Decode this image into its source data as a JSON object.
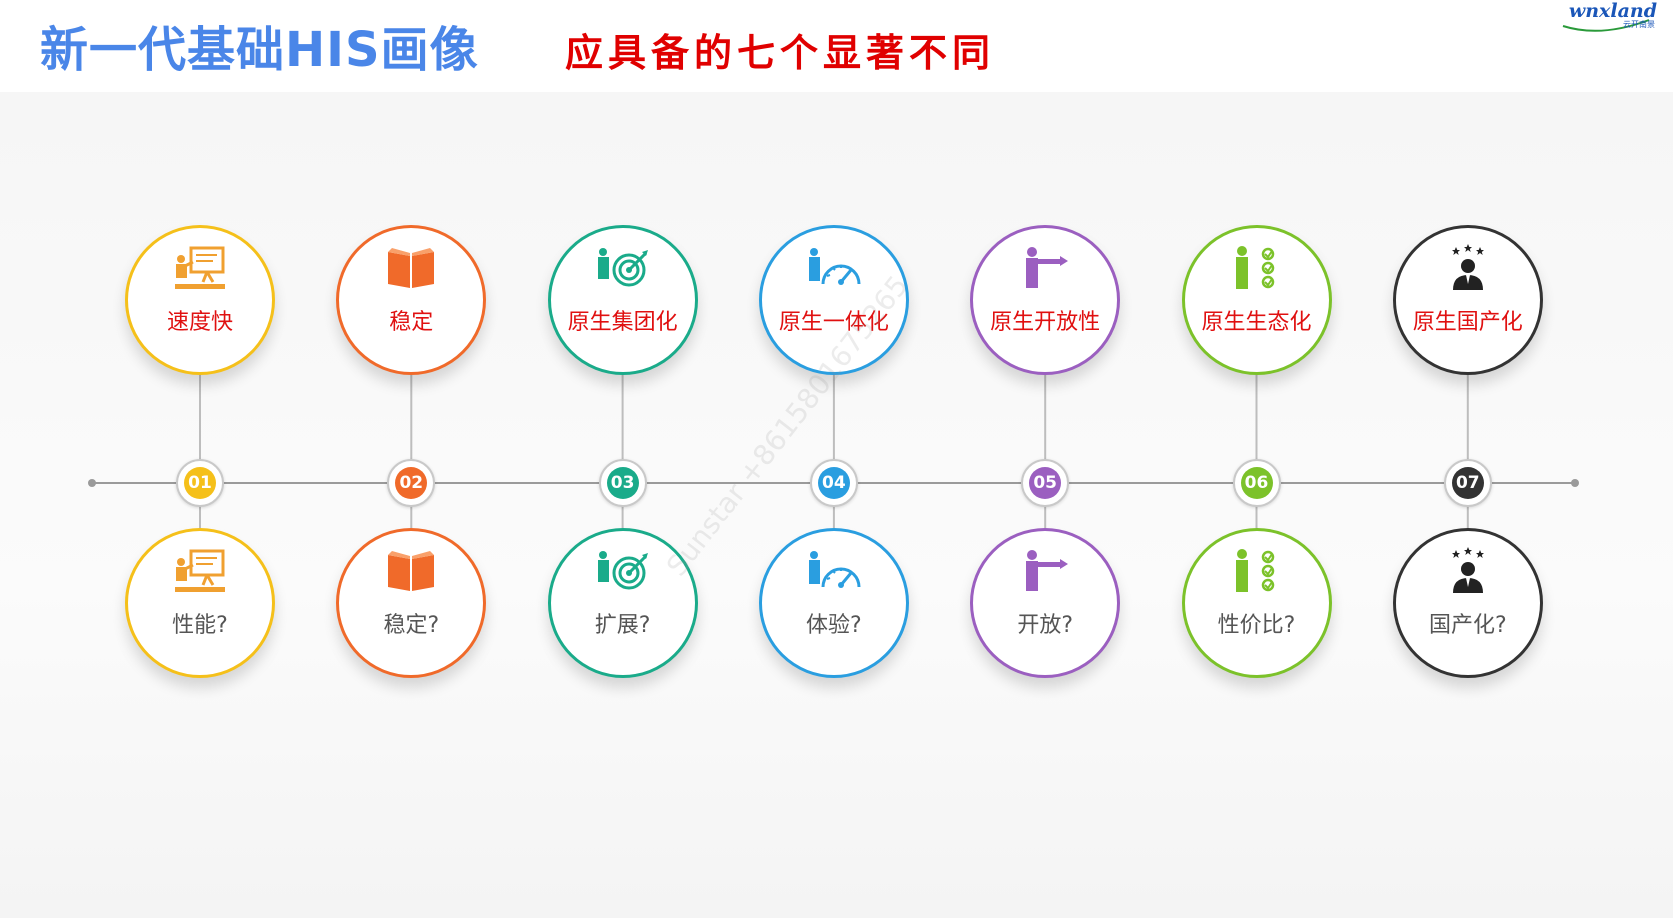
{
  "header": {
    "title": "新一代基础HIS画像",
    "subtitle": "应具备的七个显著不同",
    "logo_text": "wnxland",
    "logo_sub": "云开南景"
  },
  "watermark": "Sunstar +8615801675265",
  "colors": {
    "title_blue": "#4a86e8",
    "subtitle_red": "#e00000",
    "top_label_red": "#e01010",
    "timeline_gray": "#9a9a9a"
  },
  "items": [
    {
      "number": "01",
      "top_label": "速度快",
      "bottom_label": "性能?",
      "color": "#f5c01a",
      "icon_color": "#f0a030",
      "icon": "presentation-icon"
    },
    {
      "number": "02",
      "top_label": "稳定",
      "bottom_label": "稳定?",
      "color": "#f06a2a",
      "icon_color": "#f06a2a",
      "icon": "book-icon"
    },
    {
      "number": "03",
      "top_label": "原生集团化",
      "bottom_label": "扩展?",
      "color": "#1aab8a",
      "icon_color": "#1aab8a",
      "icon": "target-icon"
    },
    {
      "number": "04",
      "top_label": "原生一体化",
      "bottom_label": "体验?",
      "color": "#2a9ee0",
      "icon_color": "#2a9ee0",
      "icon": "speedometer-icon"
    },
    {
      "number": "05",
      "top_label": "原生开放性",
      "bottom_label": "开放?",
      "color": "#9b5fc0",
      "icon_color": "#9b5fc0",
      "icon": "pointing-person-icon"
    },
    {
      "number": "06",
      "top_label": "原生生态化",
      "bottom_label": "性价比?",
      "color": "#7cc22a",
      "icon_color": "#7cc22a",
      "icon": "checklist-icon"
    },
    {
      "number": "07",
      "top_label": "原生国产化",
      "bottom_label": "国产化?",
      "color": "#333333",
      "icon_color": "#222222",
      "icon": "star-person-icon"
    }
  ]
}
